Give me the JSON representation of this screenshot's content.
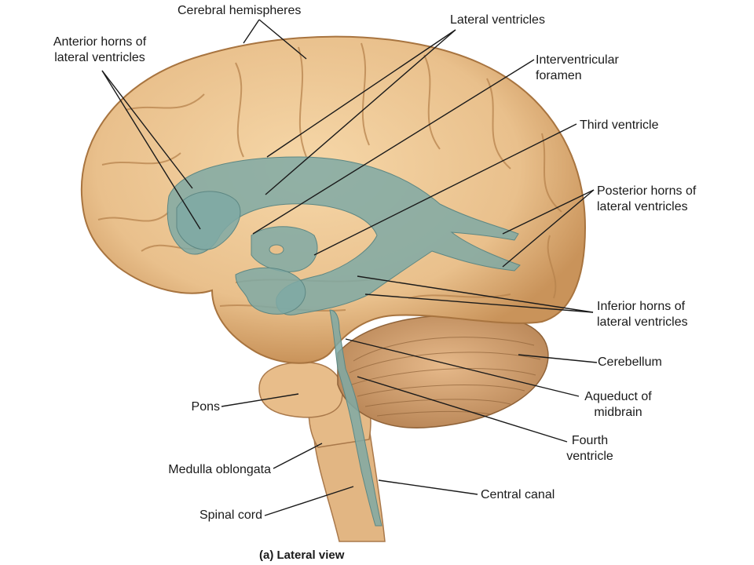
{
  "colors": {
    "brain": "#e9c08c",
    "brain_shade": "#c9935a",
    "ventricle": "#7fa9a4",
    "leader": "#1a1a1a"
  },
  "labels": {
    "cerebral_hemispheres": "Cerebral hemispheres",
    "anterior_horns": [
      "Anterior horns of",
      "lateral ventricles"
    ],
    "lateral_ventricles": "Lateral ventricles",
    "interventricular_foramen": [
      "Interventricular",
      "foramen"
    ],
    "third_ventricle": "Third ventricle",
    "posterior_horns": [
      "Posterior horns of",
      "lateral ventricles"
    ],
    "inferior_horns": [
      "Inferior horns of",
      "lateral ventricles"
    ],
    "cerebellum": "Cerebellum",
    "aqueduct": [
      "Aqueduct of",
      "midbrain"
    ],
    "fourth_ventricle": [
      "Fourth",
      "ventricle"
    ],
    "central_canal": "Central canal",
    "pons": "Pons",
    "medulla": "Medulla oblongata",
    "spinal_cord": "Spinal cord"
  },
  "caption": "(a) Lateral view"
}
